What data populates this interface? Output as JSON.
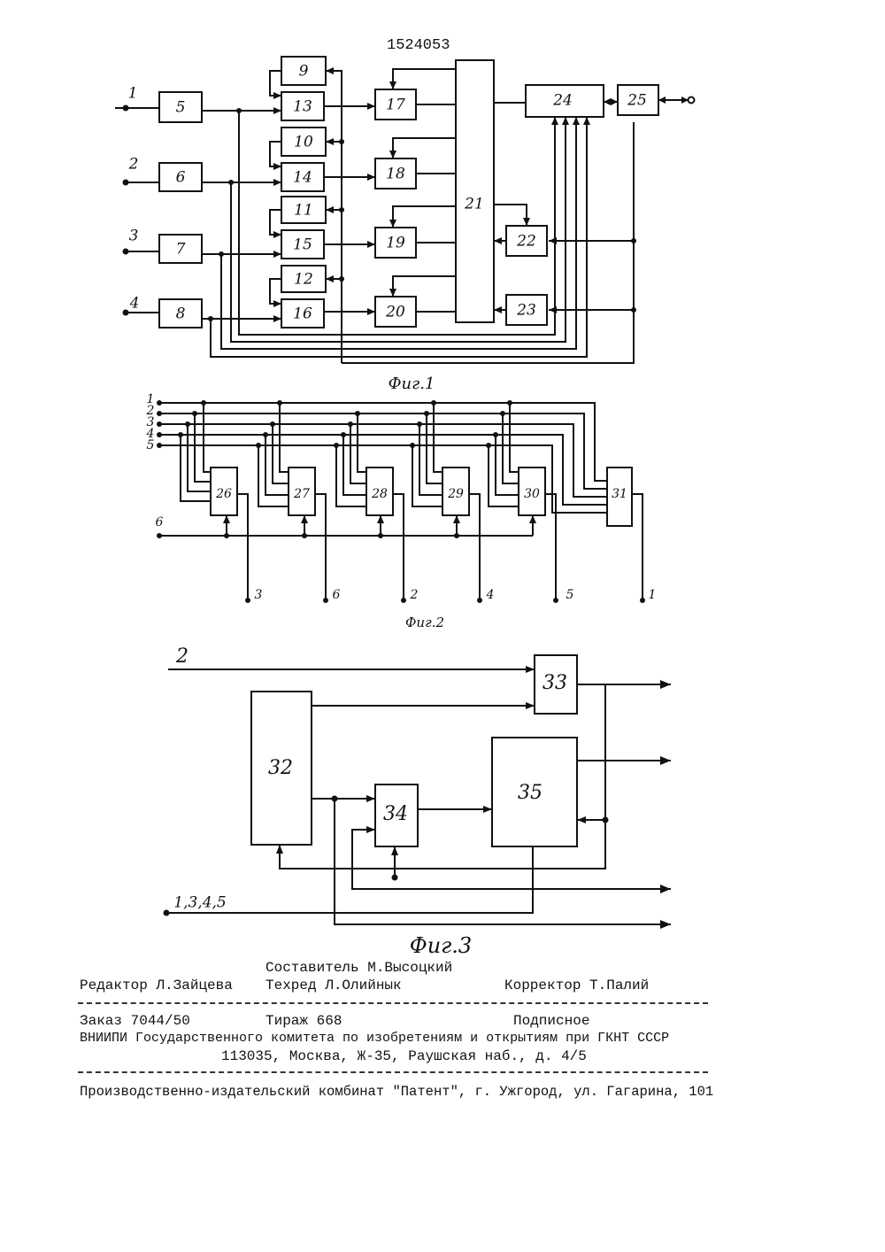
{
  "patent_number": "1524053",
  "fig1": {
    "caption": "Фиг.1",
    "inputs": [
      "1",
      "2",
      "3",
      "4"
    ],
    "blocks": [
      "5",
      "6",
      "7",
      "8",
      "9",
      "10",
      "11",
      "12",
      "13",
      "14",
      "15",
      "16",
      "17",
      "18",
      "19",
      "20",
      "21",
      "22",
      "23",
      "24",
      "25"
    ]
  },
  "fig2": {
    "caption": "Фиг.2",
    "inputs": [
      "1",
      "2",
      "3",
      "4",
      "5",
      "6"
    ],
    "blocks": [
      "26",
      "27",
      "28",
      "29",
      "30",
      "31"
    ],
    "outputs": [
      "3",
      "6",
      "2",
      "4",
      "5",
      "1"
    ]
  },
  "fig3": {
    "caption": "Фиг.3",
    "inputs": [
      "2",
      "1,3,4,5"
    ],
    "blocks": [
      "32",
      "33",
      "34",
      "35"
    ]
  },
  "colophon": {
    "compiler": "Составитель М.Высоцкий",
    "editor": "Редактор Л.Зайцева",
    "techred": "Техред Л.Олийнык",
    "corrector": "Корректор Т.Палий",
    "order": "Заказ 7044/50",
    "circulation": "Тираж 668",
    "subscription": "Подписное",
    "org": "ВНИИПИ Государственного комитета по изобретениям и открытиям при ГКНТ СССР",
    "address": "113035, Москва, Ж-35, Раушская наб., д. 4/5",
    "publisher": "Производственно-издательский комбинат \"Патент\", г. Ужгород, ул. Гагарина, 101"
  }
}
